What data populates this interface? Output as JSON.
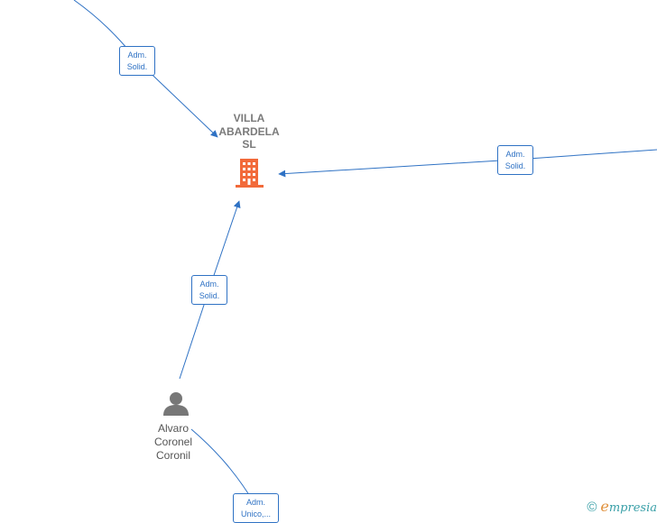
{
  "company": {
    "name_lines": [
      "VILLA",
      "ABARDELA",
      "SL"
    ],
    "icon": "building-icon",
    "color": "#f26a3a"
  },
  "person": {
    "name_lines": [
      "Alvaro",
      "Coronel",
      "Coronil"
    ],
    "icon": "person-icon",
    "color": "#777777"
  },
  "edges": [
    {
      "label_lines": [
        "Adm.",
        "Solid."
      ]
    },
    {
      "label_lines": [
        "Adm.",
        "Solid."
      ]
    },
    {
      "label_lines": [
        "Adm.",
        "Solid."
      ]
    },
    {
      "label_lines": [
        "Adm.",
        "Unico,..."
      ]
    }
  ],
  "edge_color": "#2f72c4",
  "copyright": {
    "symbol": "©",
    "brand_initial": "e",
    "brand_rest": "mpresia"
  }
}
